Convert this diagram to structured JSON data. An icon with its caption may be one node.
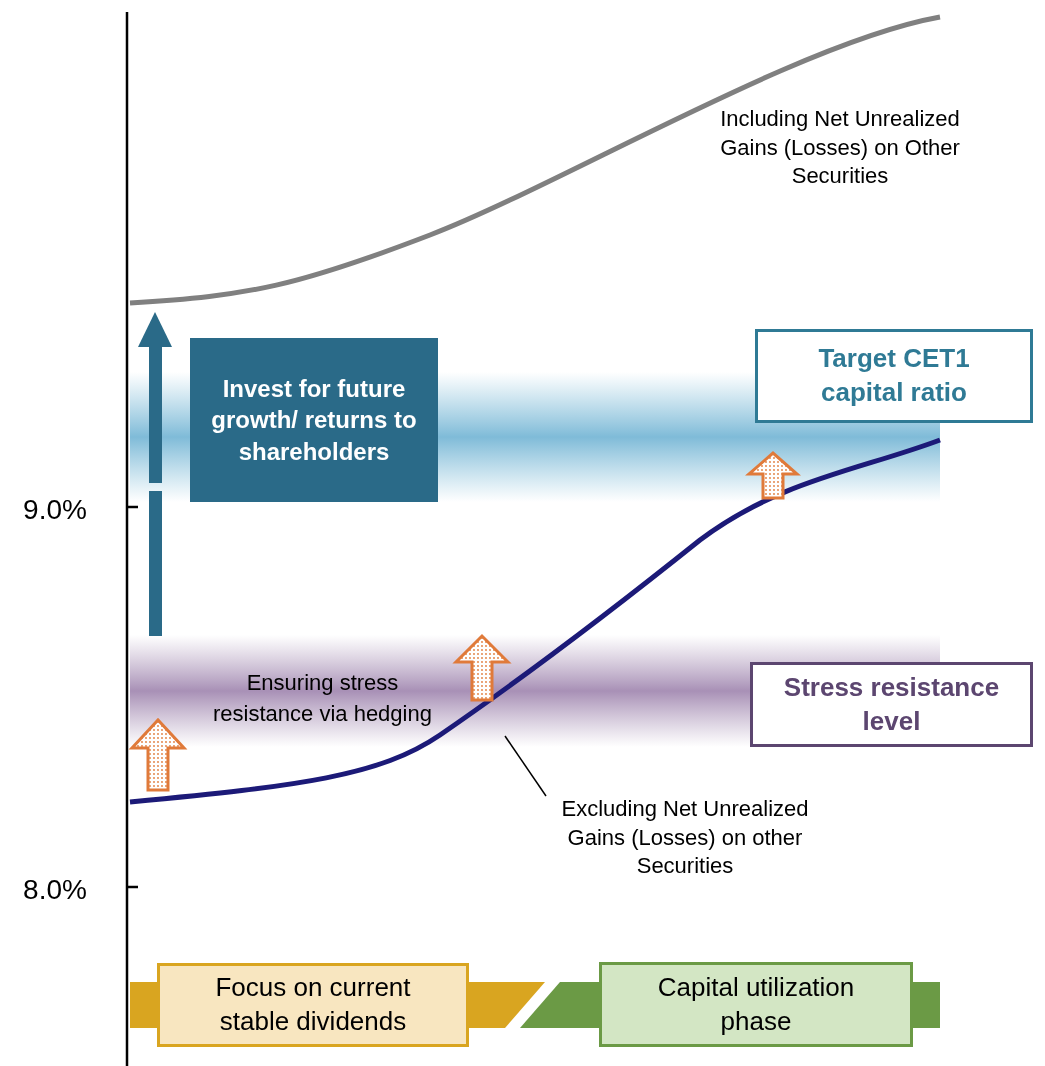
{
  "diagram": {
    "nodes": [
      {
        "text": [
          "Including Net Unrealized Gains (Losses) on Other Securities"
        ]
      },
      {
        "text": [
          "Invest for future growth/ returns to shareholders"
        ]
      },
      {
        "text": [
          "Target CET1 capital ratio"
        ]
      },
      {
        "text": [
          "Stress resistance level"
        ]
      },
      {
        "text": [
          "Excluding Net Unrealized Gains (Losses) on other Securities"
        ]
      },
      {
        "text": [
          "Focus on current stable dividends"
        ]
      },
      {
        "text": [
          "Capital utilization phase"
        ]
      },
      {
        "text": [],
        "shape": "bar"
      },
      {
        "text": [],
        "shape": "bar"
      },
      {
        "text": [],
        "shape": "bar"
      },
      {
        "text": [],
        "shape": "bar"
      },
      {
        "text": [],
        "shape": "curve"
      }
    ],
    "edges": [
      {
        "from": 4,
        "to": 11,
        "arrow": "none"
      }
    ],
    "labels": [
      "9.0%",
      "8.0%",
      "Ensuring stress resistance via hedging"
    ]
  }
}
